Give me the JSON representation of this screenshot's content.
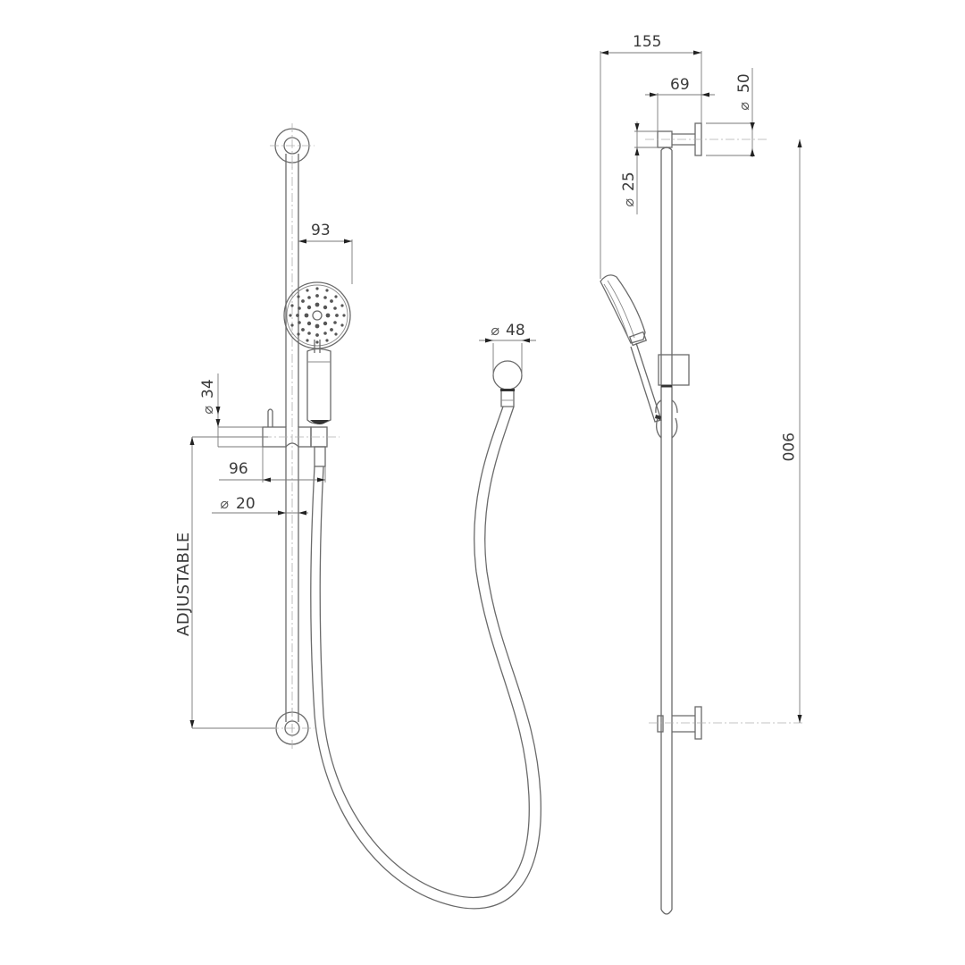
{
  "drawing": {
    "title": "Shower rail set - technical drawing",
    "views": [
      "front-view",
      "handpiece-wall-outlet",
      "side-view"
    ],
    "line_color": "#6a6a6a",
    "text_color": "#3a3a3a"
  },
  "dimensions": {
    "handset_width": {
      "value": "93"
    },
    "rail_bracket_dia": {
      "symbol": "⌀",
      "value": "34"
    },
    "slider_offset": {
      "value": "96"
    },
    "rail_dia": {
      "symbol": "⌀",
      "value": "20"
    },
    "adjustable": {
      "value": "ADJUSTABLE"
    },
    "outlet_dia": {
      "symbol": "⌀",
      "value": "48"
    },
    "projection_total": {
      "value": "155"
    },
    "bracket_projection": {
      "value": "69"
    },
    "wall_plate_dia": {
      "symbol": "⌀",
      "value": "50"
    },
    "holder_dia": {
      "symbol": "⌀",
      "value": "25"
    },
    "rail_length": {
      "value": "900"
    }
  }
}
